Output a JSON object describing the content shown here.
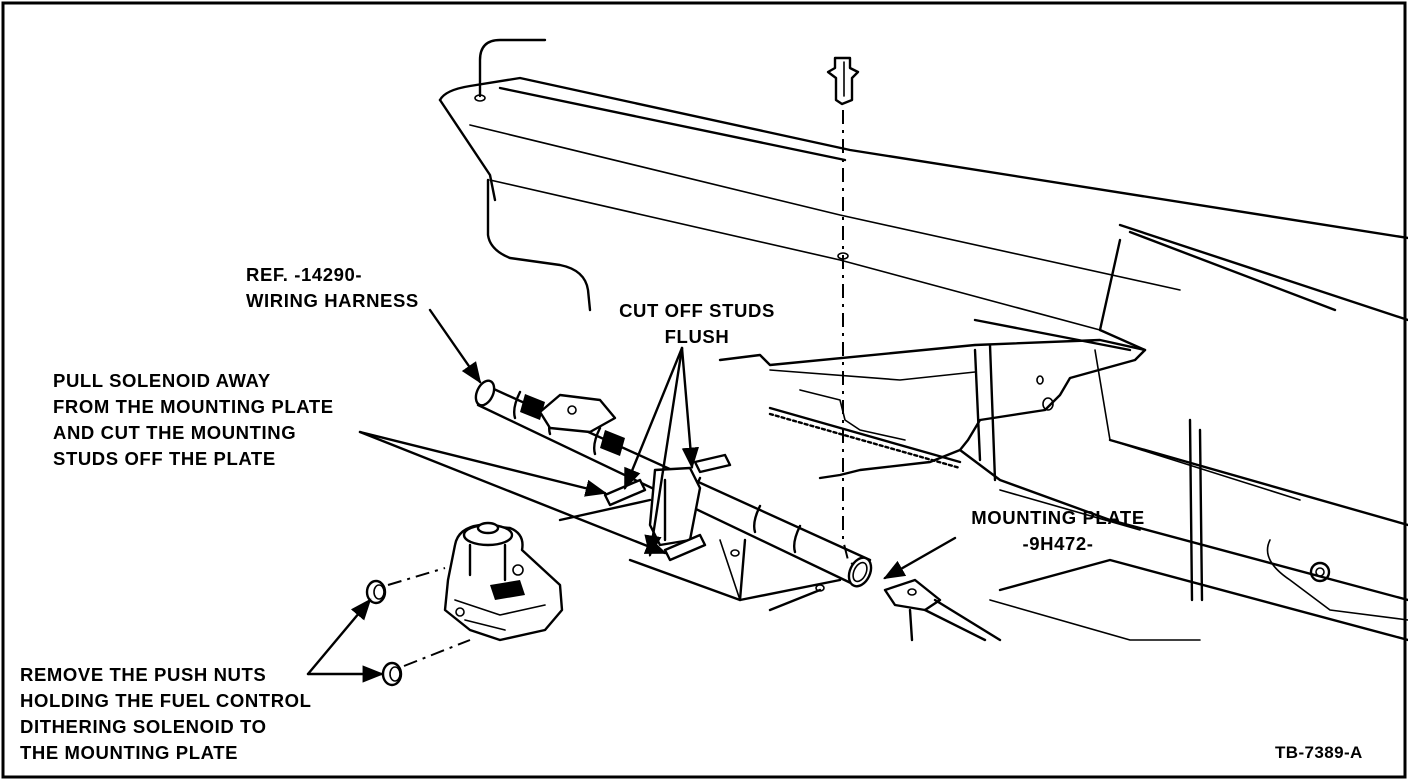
{
  "labels": {
    "wiring_harness": [
      "REF. -14290-",
      "WIRING HARNESS"
    ],
    "cut_off_studs": [
      "CUT OFF STUDS",
      "FLUSH"
    ],
    "pull_solenoid": [
      "PULL SOLENOID AWAY",
      "FROM THE MOUNTING PLATE",
      "AND CUT THE MOUNTING",
      "STUDS OFF THE PLATE"
    ],
    "mounting_plate": [
      "MOUNTING PLATE",
      "-9H472-"
    ],
    "remove_push_nuts": [
      "REMOVE THE PUSH NUTS",
      "HOLDING THE FUEL CONTROL",
      "DITHERING SOLENOID TO",
      "THE MOUNTING PLATE"
    ],
    "figure_code": "TB-7389-A"
  }
}
